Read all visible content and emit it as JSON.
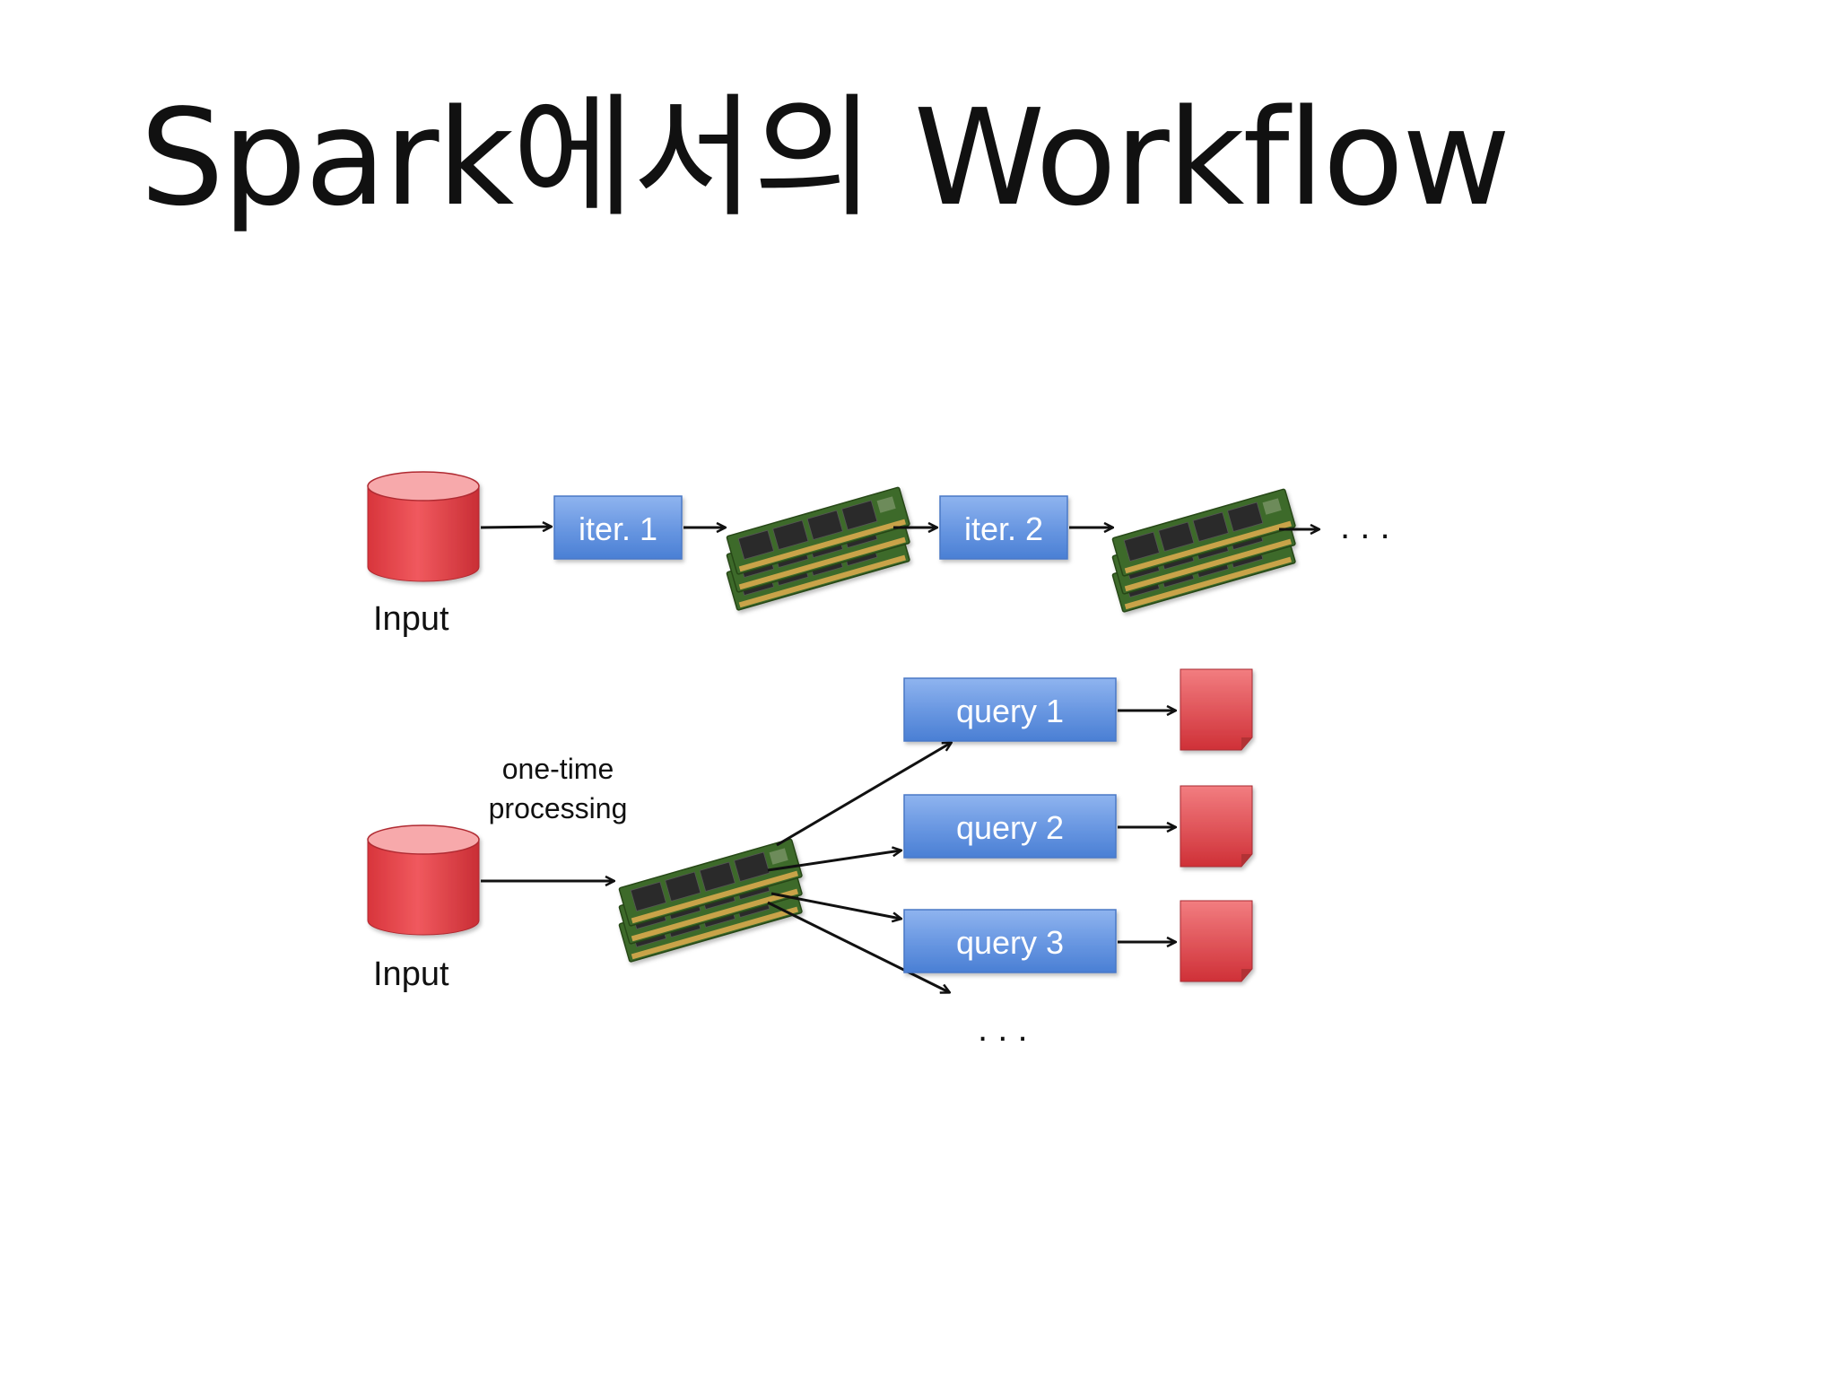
{
  "title": "Spark에서의 Workflow",
  "iterative": {
    "input_label": "Input",
    "steps": [
      "iter. 1",
      "iter. 2"
    ],
    "ellipsis": ". . ."
  },
  "interactive": {
    "input_label": "Input",
    "processing_label_line1": "one-time",
    "processing_label_line2": "processing",
    "queries": [
      "query 1",
      "query 2",
      "query 3"
    ],
    "ellipsis": ". . ."
  },
  "colors": {
    "box_blue": "#5b8fde",
    "cylinder_red": "#e0444a",
    "doc_red": "#e0444a",
    "pcb_green": "#3e6b2a",
    "chip": "#2b2b2b",
    "arrow": "#111111"
  },
  "icons": [
    "database-cylinder-icon",
    "memory-module-icon",
    "result-document-icon"
  ]
}
